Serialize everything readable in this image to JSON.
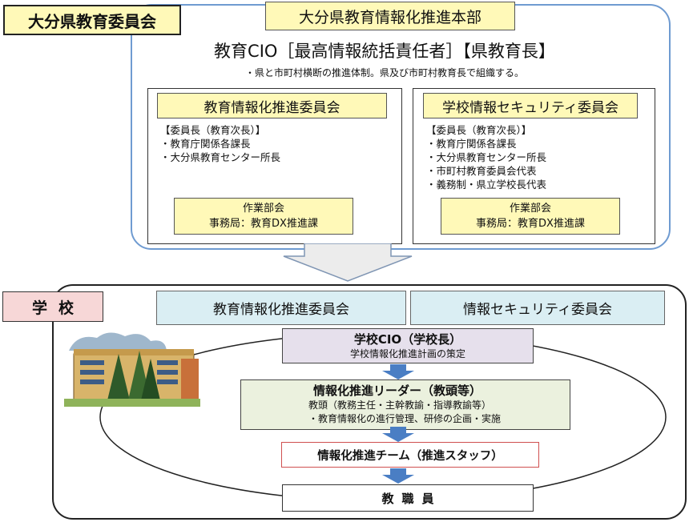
{
  "top": {
    "org_label": "大分県教育委員会",
    "hq_title": "大分県教育情報化推進本部",
    "cio_line": "教育CIO［最高情報統括責任者］【県教育長】",
    "note": "・県と市町村横断の推進体制。県及び市町村教育長で組織する。",
    "committees": [
      {
        "title": "教育情報化推進委員会",
        "members": [
          "【委員長（教育次長）】",
          "・教育庁関係各課長",
          "・大分県教育センター所長"
        ],
        "work_title": "作業部会",
        "work_office": "事務局：教育DX推進課"
      },
      {
        "title": "学校情報セキュリティ委員会",
        "members": [
          "【委員長（教育次長）】",
          "・教育庁関係各課長",
          "・大分県教育センター所長",
          "・市町村教育委員会代表",
          "・義務制・県立学校長代表"
        ],
        "work_title": "作業部会",
        "work_office": "事務局：教育DX推進課"
      }
    ]
  },
  "school": {
    "label": "学校",
    "committee_left": "教育情報化推進委員会",
    "committee_right": "情報セキュリティ委員会",
    "cio_title": "学校CIO（学校長）",
    "cio_sub": "学校情報化推進計画の策定",
    "leader_title": "情報化推進リーダー（教頭等）",
    "leader_lines": [
      "教頭（教務主任・主幹教諭・指導教諭等）",
      "・教育情報化の進行管理、研修の企画・実施"
    ],
    "team": "情報化推進チーム（推進スタッフ）",
    "staff": "教職員"
  },
  "colors": {
    "yellow_fill": "#fff9b8",
    "blue_frame": "#6f9bd1",
    "pink_fill": "#f7d7d7",
    "light_blue_fill": "#daeef3",
    "lavender_fill": "#e6e0ec",
    "green_fill": "#ebf1de",
    "arrow_blue": "#4a7ec4",
    "team_border": "#d05050"
  }
}
